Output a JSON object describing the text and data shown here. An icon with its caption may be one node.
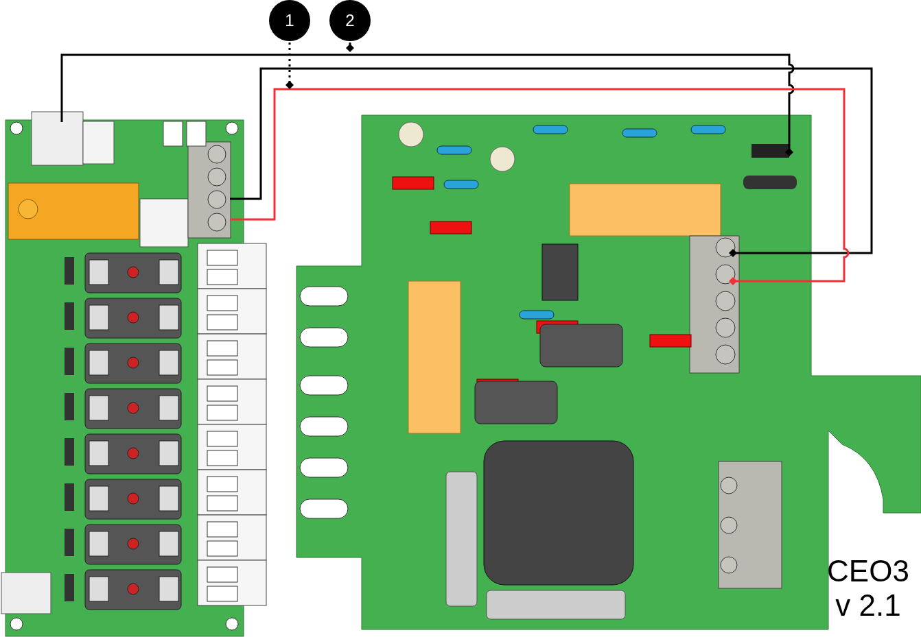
{
  "diagram": {
    "nodes": [
      {
        "text": [],
        "shape": "picture"
      },
      {
        "text": [],
        "shape": "picture"
      },
      {
        "text": [
          "1"
        ]
      },
      {
        "text": [
          "2"
        ]
      }
    ],
    "edges": [
      {
        "from": 0,
        "to": 1,
        "arrow": "other"
      },
      {
        "from": 0,
        "to": 1,
        "arrow": "other"
      },
      {
        "from": 0,
        "to": 1,
        "arrow": "other",
        "color": "#ee3338"
      },
      {
        "from": 2,
        "to": null,
        "arrow": "other",
        "style": "dashed"
      },
      {
        "from": 3,
        "to": null,
        "arrow": "other"
      }
    ],
    "labels": [
      "CEO3 v 2.1"
    ]
  }
}
